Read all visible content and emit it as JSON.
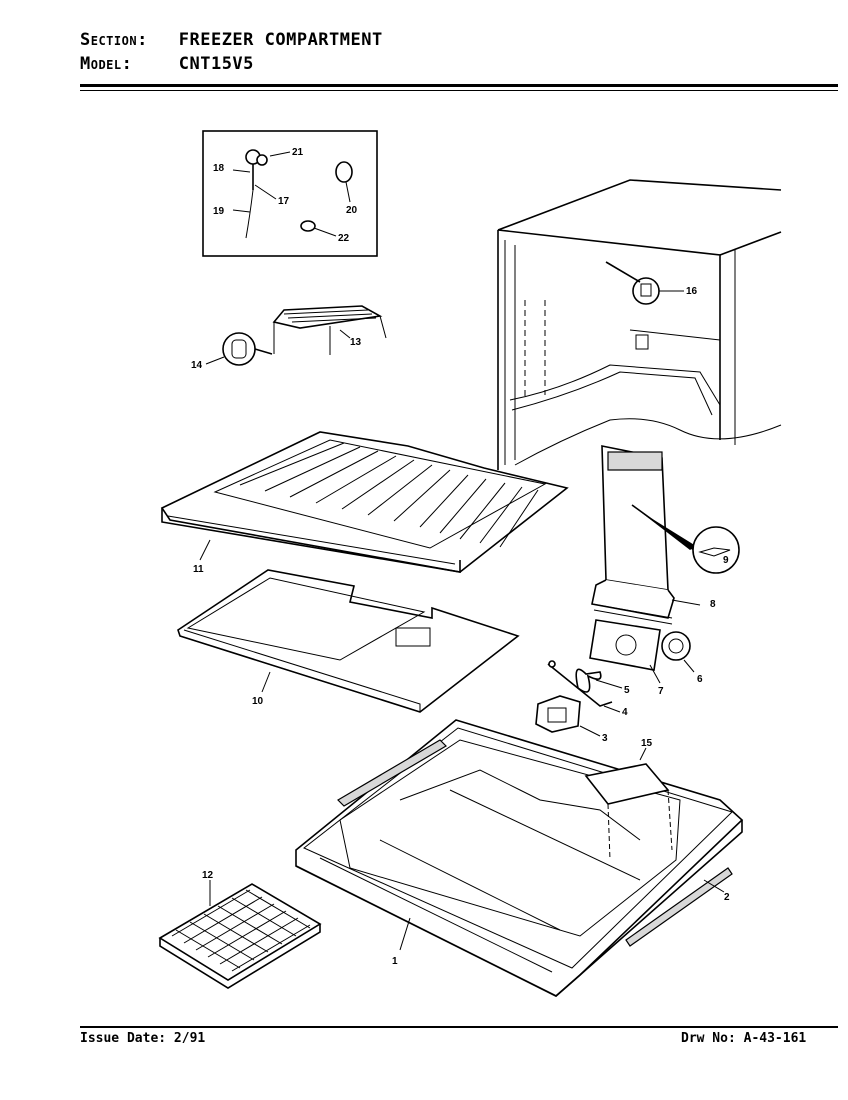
{
  "header": {
    "section_key": "Section:",
    "section_value": "FREEZER COMPARTMENT",
    "model_key": "Model:",
    "model_value": "CNT15V5"
  },
  "footer": {
    "issue_date": "Issue Date: 2/91",
    "drawing_number": "Drw No: A-43-161"
  },
  "callouts": {
    "c1": "1",
    "c2": "2",
    "c3": "3",
    "c4": "4",
    "c5": "5",
    "c6": "6",
    "c7": "7",
    "c8": "8",
    "c9": "9",
    "c10": "10",
    "c11": "11",
    "c12": "12",
    "c13": "13",
    "c14": "14",
    "c15": "15",
    "c16": "16",
    "c17": "17",
    "c18": "18",
    "c19": "19",
    "c20": "20",
    "c21": "21",
    "c22": "22"
  }
}
